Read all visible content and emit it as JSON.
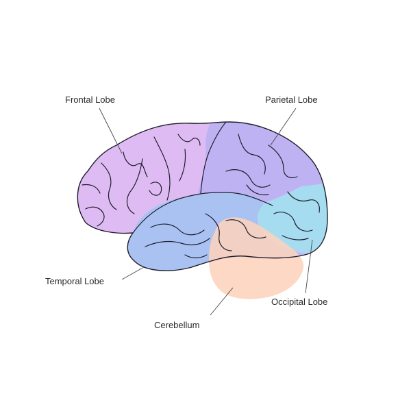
{
  "diagram": {
    "labels": {
      "frontal": "Frontal Lobe",
      "parietal": "Parietal Lobe",
      "temporal": "Temporal Lobe",
      "occipital": "Occipital Lobe",
      "cerebellum": "Cerebellum"
    },
    "colors": {
      "frontal": "#dfbbf3",
      "parietal": "#bfb2f3",
      "temporal": "#a9c2f2",
      "occipital": "#a6dcef",
      "cerebellum": "#fcd3bd",
      "outline": "#1d1d2b",
      "background": "#ffffff"
    }
  }
}
